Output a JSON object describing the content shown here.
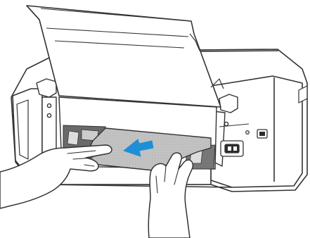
{
  "illustration": {
    "subject": "printer-rear-paper-jam-removal",
    "icons": [
      "printer-body",
      "rear-tray-cover",
      "jammed-paper",
      "left-hand",
      "right-hand",
      "pull-direction-arrow",
      "power-connector",
      "usb-port"
    ],
    "colors": {
      "line": "#333333",
      "fill": "#ffffff",
      "paper": "#bfbfbf",
      "paper_texture": "#9a9a9a",
      "arrow": "#1f8fd6",
      "interior_dark": "#555555"
    }
  }
}
